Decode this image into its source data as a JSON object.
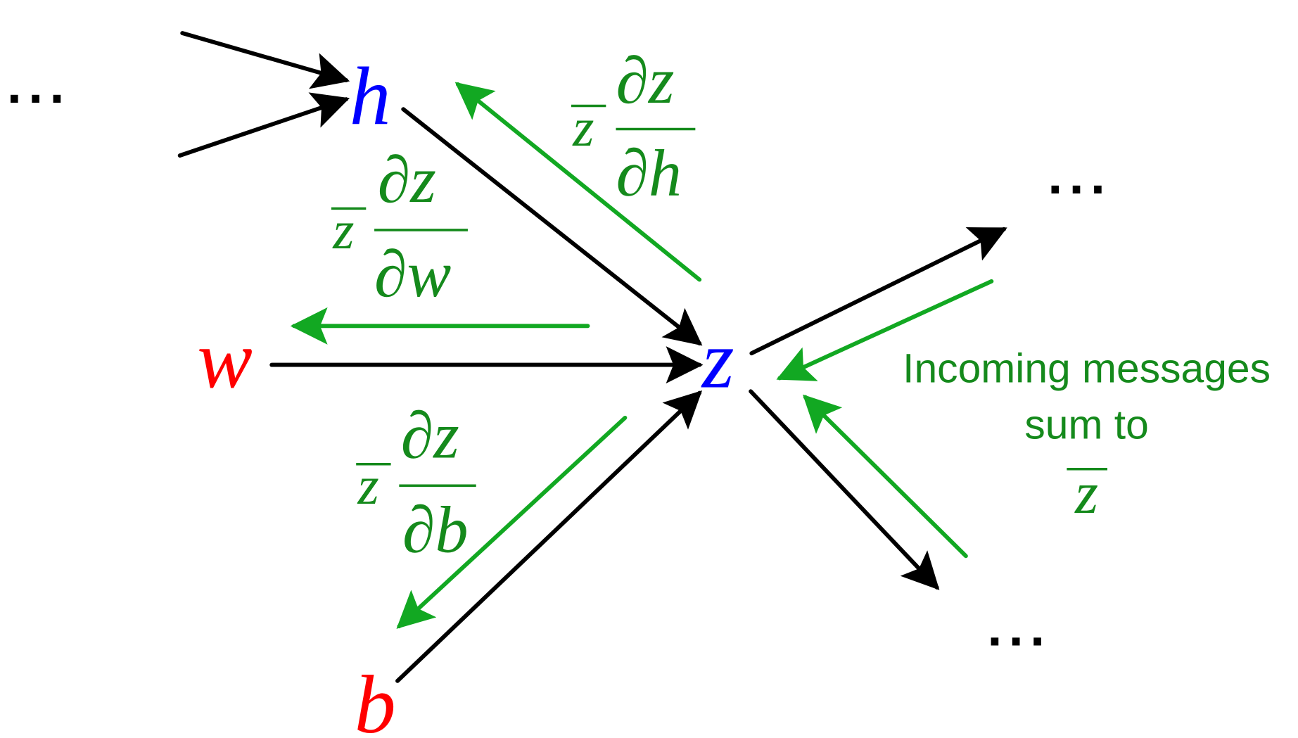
{
  "nodes": {
    "h": {
      "label": "h",
      "color": "#0000ff"
    },
    "w": {
      "label": "w",
      "color": "#ff0000"
    },
    "b": {
      "label": "b",
      "color": "#ff0000"
    },
    "z": {
      "label": "z",
      "color": "#0000ff"
    }
  },
  "ellipsis": "...",
  "messages": {
    "h": {
      "coef": "z",
      "num": "∂z",
      "den": "∂h"
    },
    "w": {
      "coef": "z",
      "num": "∂z",
      "den": "∂w"
    },
    "b": {
      "coef": "z",
      "num": "∂z",
      "den": "∂b"
    }
  },
  "annotation": {
    "line1": "Incoming messages",
    "line2": "sum to",
    "symbol": "z"
  },
  "colors": {
    "forward": "#000000",
    "backward": "#12a822",
    "label": "#158a1c"
  }
}
